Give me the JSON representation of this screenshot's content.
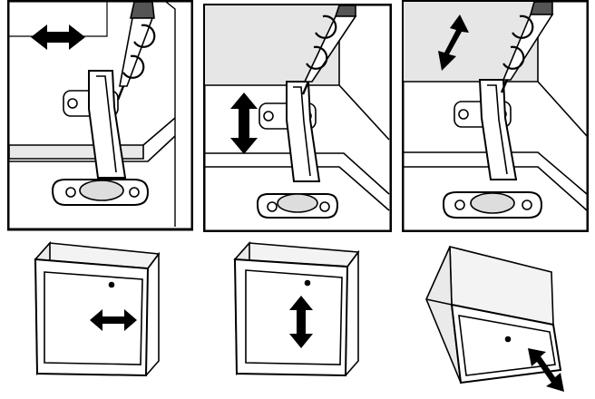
{
  "figure": {
    "kind": "hinge-adjustment-instructions",
    "line_color": "#000000",
    "background_color": "#ffffff",
    "screen_tone_color": "#d9d9d9"
  },
  "steps": [
    {
      "id": "side-adjustment",
      "direction": "horizontal",
      "hinge_icon": "hinge-screwdriver-icon",
      "arrow_icon": "double-arrow-horizontal-icon",
      "cabinet_icon": "cabinet-front-icon"
    },
    {
      "id": "height-adjustment",
      "direction": "vertical",
      "hinge_icon": "hinge-screwdriver-icon",
      "arrow_icon": "double-arrow-vertical-icon",
      "cabinet_icon": "cabinet-front-icon"
    },
    {
      "id": "depth-adjustment",
      "direction": "diagonal",
      "hinge_icon": "hinge-screwdriver-icon",
      "arrow_icon": "double-arrow-diagonal-icon",
      "cabinet_icon": "cabinet-perspective-icon"
    }
  ]
}
